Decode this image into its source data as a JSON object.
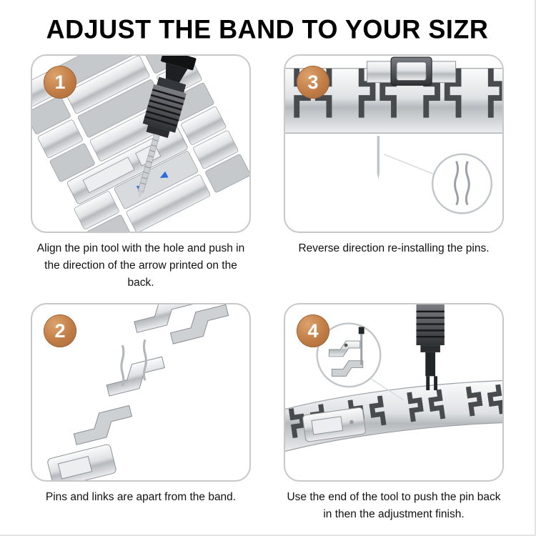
{
  "title": "ADJUST THE BAND TO YOUR SIZR",
  "accent_color": "#c07c44",
  "panels": [
    {
      "number": "1",
      "caption": "Align the pin tool with the hole and push in the direction of the arrow printed on the back.",
      "illustration": "pin-tool-aligned-with-band-hole"
    },
    {
      "number": "3",
      "caption": "Reverse direction re-installing the pins.",
      "illustration": "band-with-pin-and-magnified-pins"
    },
    {
      "number": "2",
      "caption": "Pins and links are apart from the band.",
      "illustration": "pins-and-links-apart"
    },
    {
      "number": "4",
      "caption": "Use the end of the tool to push the pin back in then the adjustment finish.",
      "illustration": "tool-pushing-pin-back"
    }
  ]
}
